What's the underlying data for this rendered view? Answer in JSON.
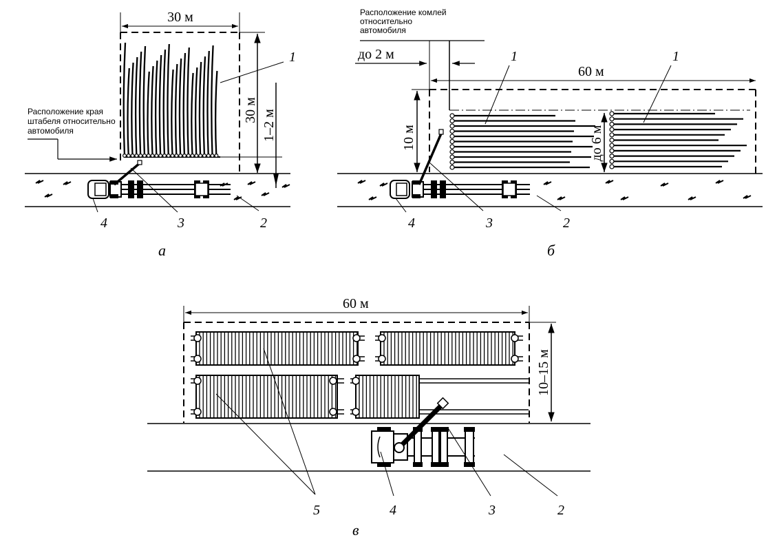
{
  "panel_a": {
    "caption": "а",
    "dim_width": "30 м",
    "dim_height": "30 м",
    "dim_gap": "1–2 м",
    "note": [
      "Расположение края",
      "штабеля относительно",
      "автомобиля"
    ],
    "labels": {
      "stack": "1",
      "road": "2",
      "crane": "3",
      "truck": "4"
    }
  },
  "panel_b": {
    "caption": "б",
    "dim_offset": "до 2 м",
    "dim_width": "60 м",
    "dim_height": "10 м",
    "dim_stack": "до 6 м",
    "note": [
      "Расположение комлей",
      "относительно",
      "автомобиля"
    ],
    "labels": {
      "stack_left": "1",
      "stack_right": "1",
      "road": "2",
      "crane": "3",
      "truck": "4"
    }
  },
  "panel_v": {
    "caption": "в",
    "dim_width": "60 м",
    "dim_height": "10–15 м",
    "labels": {
      "stacks": "5",
      "truck": "4",
      "crane": "3",
      "road": "2"
    }
  }
}
